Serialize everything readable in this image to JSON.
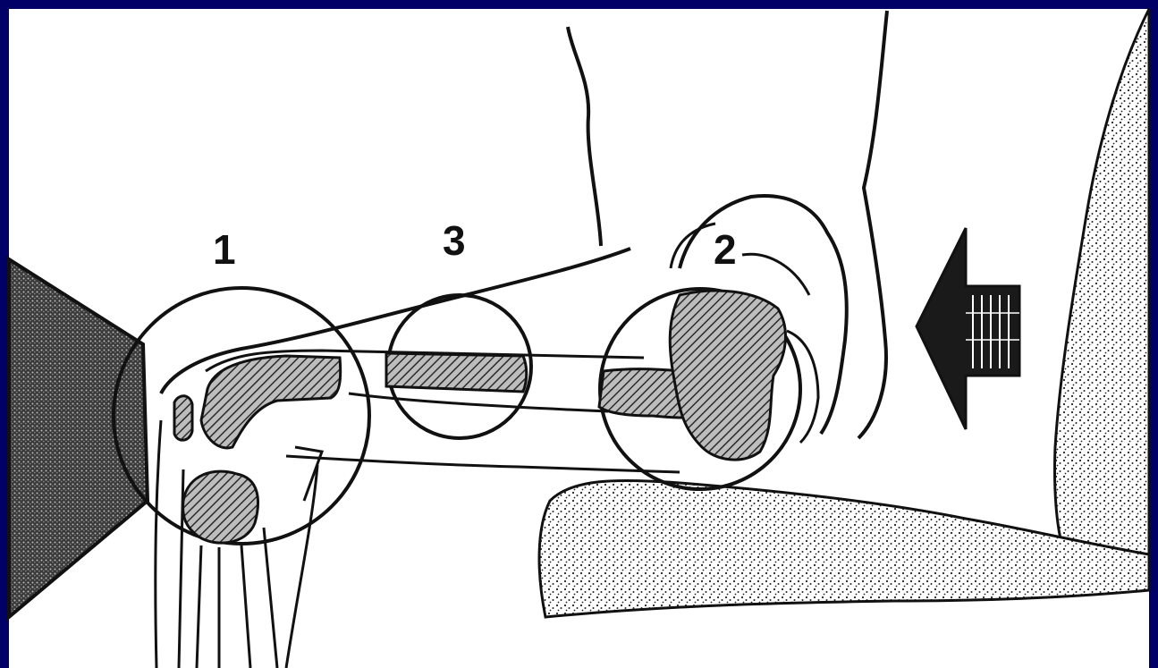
{
  "labels": {
    "zone1": "1",
    "zone2": "2",
    "zone3": "3"
  },
  "colors": {
    "frame": "#000066",
    "paper": "#ffffff",
    "ink": "#111111",
    "hatch": "#444444",
    "stipple": "#222222"
  }
}
